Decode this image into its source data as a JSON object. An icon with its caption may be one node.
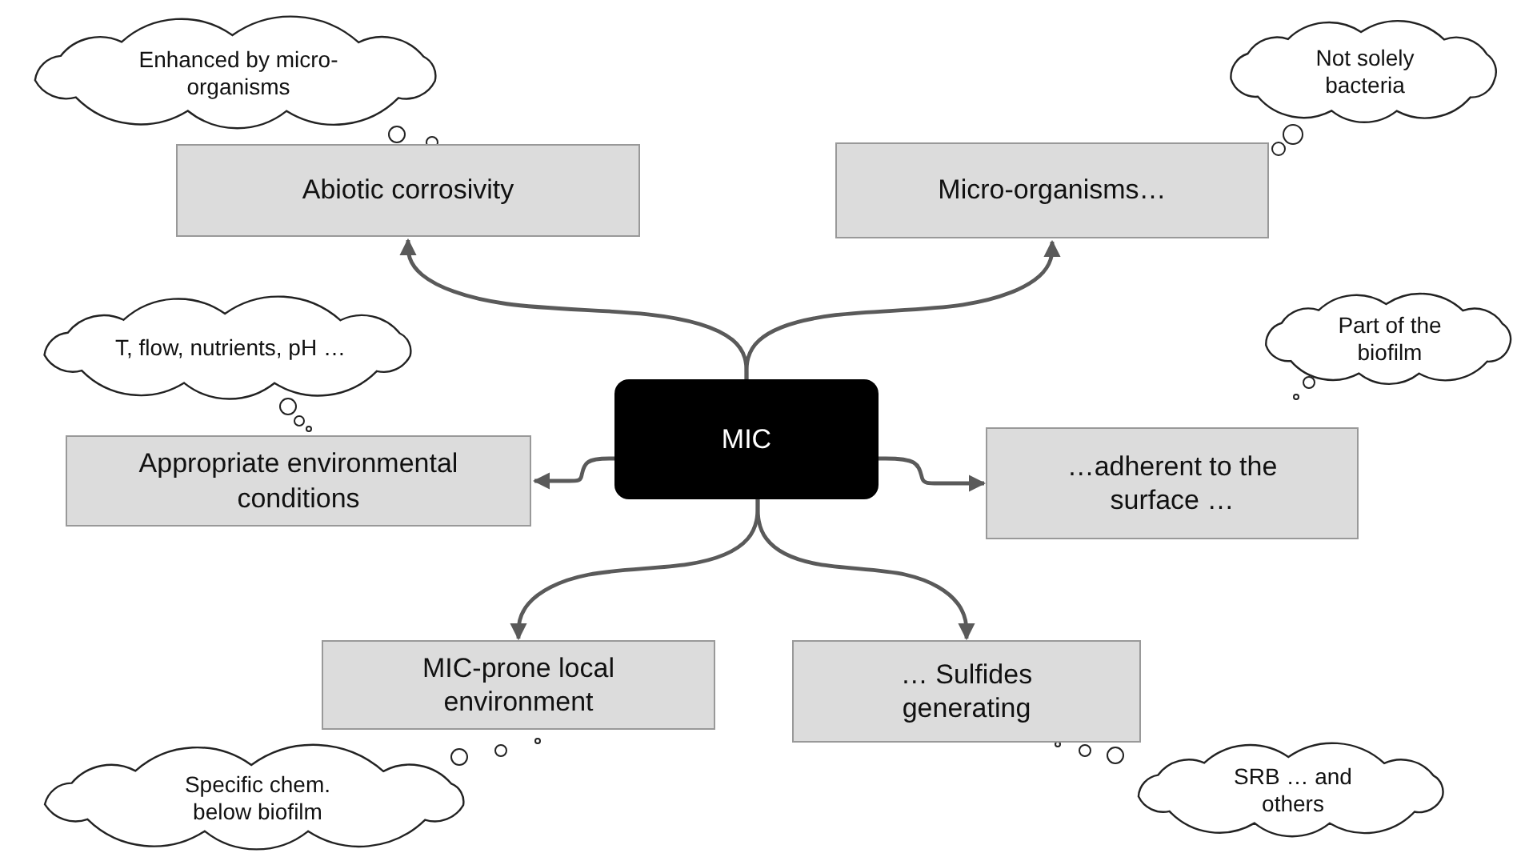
{
  "diagram": {
    "nodes": [
      {
        "text": [
          "Enhanced by micro-organisms"
        ]
      },
      {
        "text": [
          "Not solely bacteria"
        ]
      },
      {
        "text": [
          "Abiotic corrosivity"
        ]
      },
      {
        "text": [
          "Micro-organisms…"
        ]
      },
      {
        "text": [
          "T, flow, nutrients, pH …"
        ]
      },
      {
        "text": [
          "Part of the biofilm"
        ]
      },
      {
        "text": [
          "MIC"
        ]
      },
      {
        "text": [
          "Appropriate environmental conditions"
        ]
      },
      {
        "text": [
          "…adherent to the surface …"
        ]
      },
      {
        "text": [
          "MIC-prone local environment"
        ]
      },
      {
        "text": [
          "… Sulfides generating"
        ]
      },
      {
        "text": [
          "Specific chem. below biofilm"
        ]
      },
      {
        "text": [
          "SRB … and others"
        ]
      }
    ],
    "edges": [
      {
        "from": 6,
        "to": 2,
        "arrow": "to"
      },
      {
        "from": 6,
        "to": 3,
        "arrow": "to"
      },
      {
        "from": 6,
        "to": 7,
        "arrow": "to"
      },
      {
        "from": 6,
        "to": 8,
        "arrow": "to"
      },
      {
        "from": 6,
        "to": 9,
        "arrow": "to"
      },
      {
        "from": 6,
        "to": 10,
        "arrow": "to"
      }
    ]
  }
}
